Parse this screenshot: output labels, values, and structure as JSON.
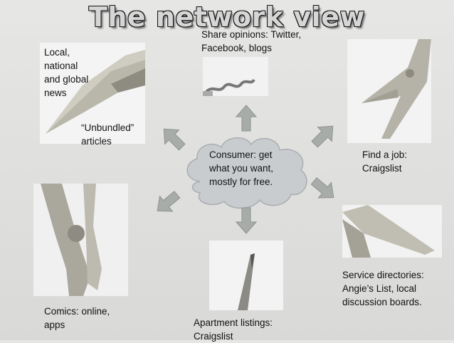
{
  "title": "The network view",
  "labels": {
    "news": "Local,\nnational\nand global\nnews",
    "unbundled": "“Unbundled”\narticles",
    "share": "Share opinions: Twitter,\nFacebook, blogs",
    "jobs": "Find a job:\nCraigslist",
    "consumer": "Consumer: get\nwhat you want,\nmostly for free.",
    "services": "Service directories:\nAngie’s List, local\ndiscussion boards.",
    "comics": "Comics: online,\napps",
    "apartments": "Apartment listings:\nCraigslist"
  },
  "colors": {
    "cloud_fill": "#c9cccf",
    "arrow_fill": "#a7aca8",
    "title_fill": "#d6d6d6"
  }
}
